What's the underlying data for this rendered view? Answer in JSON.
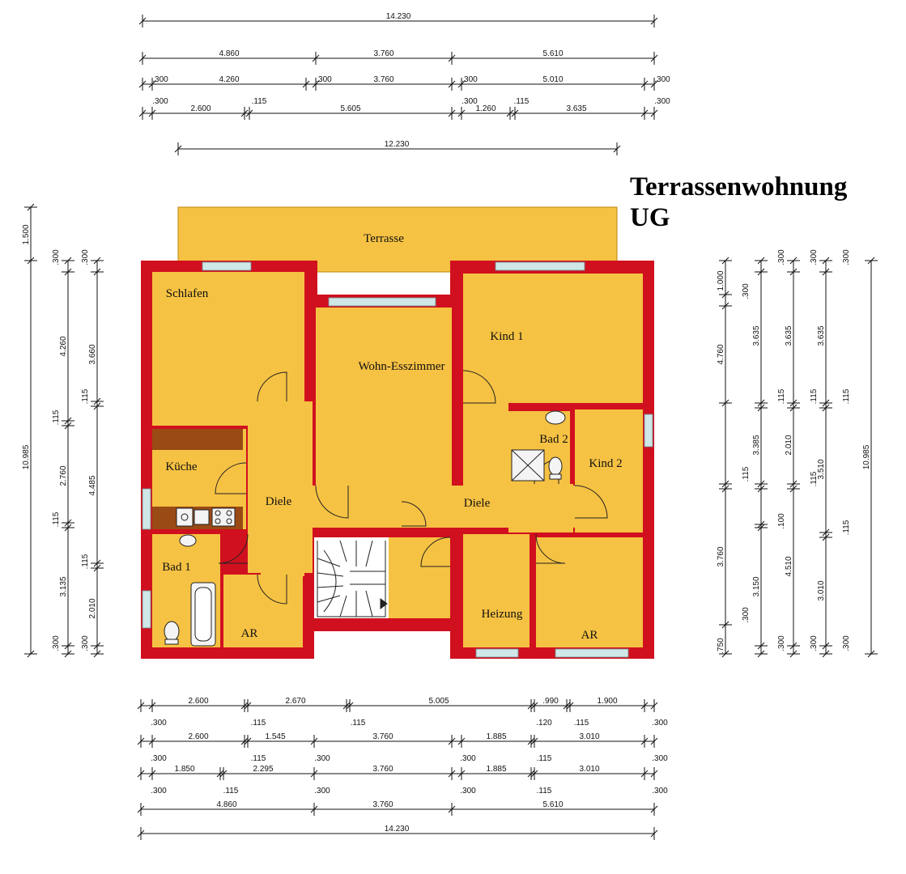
{
  "title": {
    "line1": "Terrassenwohnung",
    "line2": "UG"
  },
  "colors": {
    "floor": "#f6c243",
    "wall": "#d0101e",
    "window": "#cfe7e7",
    "furniture": "#9a4a14",
    "background": "#ffffff"
  },
  "rooms": {
    "terrasse": "Terrasse",
    "schlafen": "Schlafen",
    "wohn": "Wohn-Esszimmer",
    "kind1": "Kind 1",
    "bad2": "Bad 2",
    "kind2": "Kind 2",
    "kueche": "Küche",
    "diele_left": "Diele",
    "diele_right": "Diele",
    "bad1": "Bad 1",
    "ar_left": "AR",
    "heizung": "Heizung",
    "ar_right": "AR"
  },
  "dims": {
    "top_total": "14.230",
    "top_r1_a": "4.860",
    "top_r1_b": "3.760",
    "top_r1_c": "5.610",
    "top_r2_a": "4.260",
    "top_r2_b": "3.760",
    "top_r2_c": "5.010",
    "top_r2_w1": ".300",
    "top_r2_w2": ".300",
    "top_r2_w3": ".300",
    "top_r2_w4": ".300",
    "top_r3_a": "2.600",
    "top_r3_b": "5.605",
    "top_r3_c": "1.260",
    "top_r3_d": "3.635",
    "top_r3_w1": ".300",
    "top_r3_w2": ".115",
    "top_r3_w3": ".300",
    "top_r3_w4": ".115",
    "top_r3_w5": ".300",
    "terr_width": "12.230",
    "bot_r1_a": "2.600",
    "bot_r1_b": "2.670",
    "bot_r1_c": "5.005",
    "bot_r1_d": ".990",
    "bot_r1_e": "1.900",
    "bot_r1_w1": ".300",
    "bot_r1_w2": ".115",
    "bot_r1_w3": ".115",
    "bot_r1_w4": ".120",
    "bot_r1_w5": ".115",
    "bot_r1_w6": ".300",
    "bot_r2_a": "2.600",
    "bot_r2_b": "1.545",
    "bot_r2_c": "3.760",
    "bot_r2_d": "1.885",
    "bot_r2_e": "3.010",
    "bot_r2_w1": ".300",
    "bot_r2_w2": ".115",
    "bot_r2_w3": ".300",
    "bot_r2_w4": ".300",
    "bot_r2_w5": ".115",
    "bot_r2_w6": ".300",
    "bot_r3_a": "1.850",
    "bot_r3_b": "2.295",
    "bot_r3_c": "3.760",
    "bot_r3_d": "1.885",
    "bot_r3_e": "3.010",
    "bot_r3_w1": ".300",
    "bot_r3_w2": ".115",
    "bot_r3_w3": ".300",
    "bot_r3_w4": ".300",
    "bot_r3_w5": ".115",
    "bot_r3_w6": ".300",
    "bot_r4_a": "4.860",
    "bot_r4_b": "3.760",
    "bot_r4_c": "5.610",
    "bot_total": "14.230",
    "left_terr": "1.500",
    "left_total": "10.985",
    "left_c2_a": "4.260",
    "left_c2_b": "2.760",
    "left_c2_c": "3.135",
    "left_c2_w1": ".300",
    "left_c2_w2": ".115",
    "left_c2_w3": ".115",
    "left_c2_w4": ".300",
    "left_c3_a": "3.660",
    "left_c3_b": "4.485",
    "left_c3_c": "2.010",
    "left_c3_w1": ".300",
    "left_c3_w2": ".115",
    "left_c3_w3": ".115",
    "left_c3_w4": ".300",
    "right_c1_a": "1.000",
    "right_c1_b": "4.760",
    "right_c1_c": "3.760",
    "right_c1_w1": ".300",
    "right_c1_w2": ".115",
    "right_c1_w3": ".300",
    "right_c1_w4": ".750",
    "right_c2_a": "3.635",
    "right_c2_b": "3.385",
    "right_c2_c": "3.150",
    "right_c2_w1": ".300",
    "right_c2_w2": ".115",
    "right_c2_w3": ".100",
    "right_c2_w4": ".300",
    "right_c3_a": "3.635",
    "right_c3_b": "2.010",
    "right_c3_c": "4.510",
    "right_c3_w1": ".300",
    "right_c3_w2": ".115",
    "right_c3_w3": ".115",
    "right_c3_w4": ".300",
    "right_c4_a": "3.635",
    "right_c4_b": "3.510",
    "right_c4_c": "3.010",
    "right_c4_w1": ".300",
    "right_c4_w2": ".115",
    "right_c4_w3": ".115",
    "right_c4_w4": ".300",
    "right_total": "10.985"
  }
}
